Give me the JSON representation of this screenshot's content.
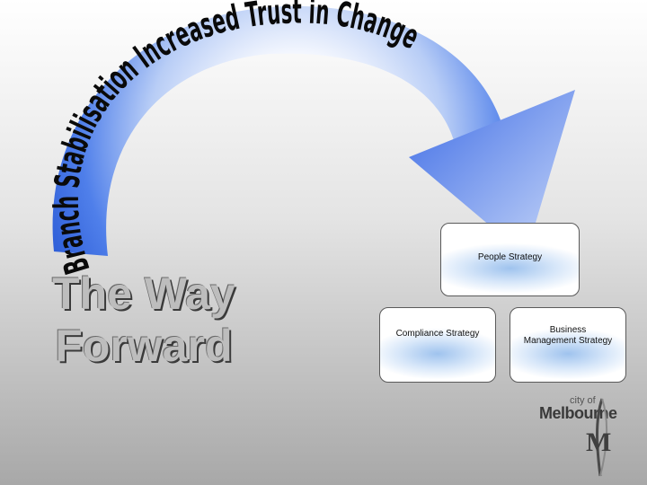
{
  "arc": {
    "text": "Branch Stabilisation Increased Trust in Change",
    "colors": {
      "band": "#3a6ee6",
      "band_light": "#dfe8fb",
      "text": "#0a0a0a"
    }
  },
  "title": {
    "line1": "The Way",
    "line2": "Forward"
  },
  "boxes": {
    "people": "People Strategy",
    "compliance": "Compliance Strategy",
    "business_line1": "Business",
    "business_line2": "Management Strategy"
  },
  "logo": {
    "city": "city of",
    "name": "Melbourne"
  }
}
